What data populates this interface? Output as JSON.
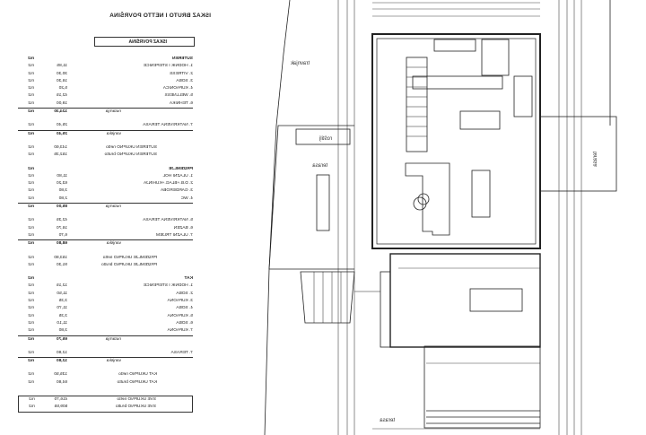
{
  "doc_title": "ISKAZ BRUTO I NETTO POVRŠINA",
  "box_title": "ISKAZ POVRŠINA",
  "unit": "m2",
  "suteren": {
    "header": "SUTEREN",
    "rows": [
      {
        "label": "1. HODNIK I STEPENICE",
        "value": "11,85"
      },
      {
        "label": "2. VITRESS",
        "value": "30,30"
      },
      {
        "label": "3. SOBA",
        "value": "16,30"
      },
      {
        "label": "4. KUPAONICA",
        "value": "5,20"
      },
      {
        "label": "5. WELLNESS",
        "value": "42,15"
      },
      {
        "label": "6. TEHNIKA",
        "value": "19,00"
      }
    ],
    "inner_label": "nutarnja",
    "inner_total": "124,30",
    "outer_rows": [
      {
        "label": "7. NATKRIVENA TERASA",
        "value": "25,40"
      }
    ],
    "outer_label": "vanjska",
    "outer_total": "25,40",
    "netto_label": "SUTEREN UKUPNO",
    "netto_k": "netto",
    "netto": "143,60",
    "brutto_label": "SUTEREN UKUPNO",
    "brutto_k": "brutto",
    "brutto": "152,35"
  },
  "prizemlje": {
    "header": "PRIZEMLJE",
    "rows": [
      {
        "label": "1. ULAZNI HOL",
        "value": "11,80"
      },
      {
        "label": "2. D.B.+BLAG.+KUHINJA",
        "value": "63,20"
      },
      {
        "label": "3. GARDEROBA",
        "value": "3,80"
      },
      {
        "label": "4. WC",
        "value": "2,80"
      }
    ],
    "inner_label": "nutarnja",
    "inner_total": "85,00",
    "outer_rows": [
      {
        "label": "5. NATKRIVENA TERASA",
        "value": "42,35"
      },
      {
        "label": "6. BAZEN",
        "value": "16,70"
      },
      {
        "label": "7. ULAZNI TRIJEM",
        "value": "6,70"
      }
    ],
    "outer_label": "vanjska",
    "outer_total": "68,80",
    "netto_label": "PRIZEMLJE UKUPNO",
    "netto_k": "netto",
    "netto": "153,80",
    "brutto_label": "PRIZEMLJE UKUPNO",
    "brutto_k": "brutto",
    "brutto": "91,30"
  },
  "kat": {
    "header": "KAT",
    "rows": [
      {
        "label": "1. HODNIK I STEPENICE",
        "value": "12,15"
      },
      {
        "label": "2. SOBA",
        "value": "11,50"
      },
      {
        "label": "3. KUPAONA",
        "value": "3,35"
      },
      {
        "label": "4. SOBA",
        "value": "11,70"
      },
      {
        "label": "5. KUPAONA",
        "value": "3,35"
      },
      {
        "label": "6. SOBA",
        "value": "11,10"
      },
      {
        "label": "7. KUPAONA",
        "value": "3,80"
      }
    ],
    "inner_label": "nutarnja",
    "inner_total": "65,70",
    "outer_rows": [
      {
        "label": "7. TERASA",
        "value": "12,80"
      }
    ],
    "outer_label": "vanjska",
    "outer_total": "12,80",
    "netto_label": "KAT UKUPNO",
    "netto_k": "netto",
    "netto": "135,50",
    "brutto_label": "KAT UKUPNO",
    "brutto_k": "brutto",
    "brutto": "84,80"
  },
  "sve": {
    "netto_label": "SVE UKUPNO",
    "netto_k": "netto",
    "netto": "416,70",
    "brutto_label": "SVE UKUPNO",
    "brutto_k": "brutto",
    "brutto": "509,55"
  },
  "plan": {
    "lawn": "travnjak",
    "grill": "roštilj",
    "terrace_left": "terasa",
    "terrace_right": "terasa",
    "terrace_bottom": "terasa"
  }
}
